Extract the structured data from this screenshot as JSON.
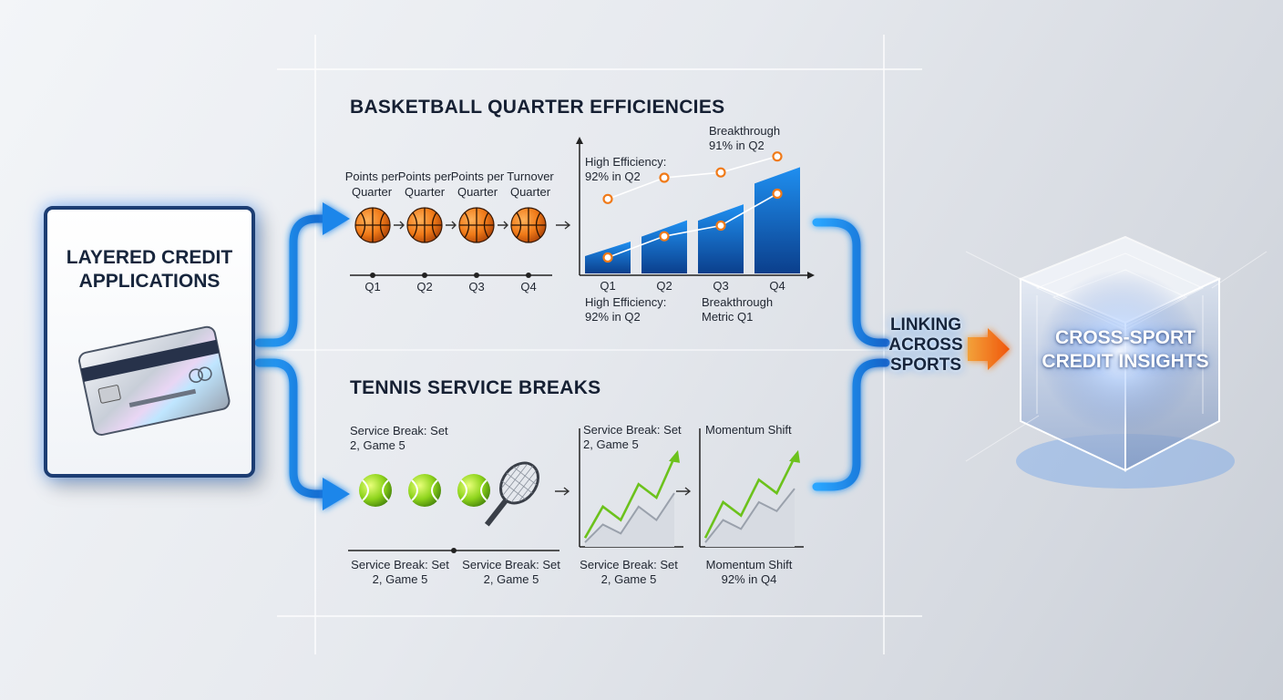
{
  "credit_panel": {
    "title": "LAYERED CREDIT APPLICATIONS"
  },
  "basketball": {
    "title": "BASKETBALL QUARTER EFFICIENCIES",
    "stage_labels": [
      "Points per Quarter",
      "Points per Quarter",
      "Points per Quarter",
      "Turnover Quarter"
    ],
    "timeline_labels": [
      "Q1",
      "Q2",
      "Q3",
      "Q4"
    ],
    "chart_top_annotation": "High Efficiency: 92% in Q2",
    "chart_top_right_annotation": "Breakthrough 91% in Q2",
    "below_left_annotation": "High Efficiency: 92% in Q2",
    "below_right_annotation": "Breakthrough Metric Q1"
  },
  "tennis": {
    "title": "TENNIS SERVICE BREAKS",
    "top_left_annotation": "Service Break: Set 2, Game 5",
    "chart1_top_annotation": "Service Break: Set 2, Game 5",
    "chart2_top_annotation": "Momentum Shift",
    "timeline_labels": [
      "Service Break: Set 2, Game 5",
      "Service Break: Set 2, Game 5"
    ],
    "chart1_bottom_annotation": "Service Break: Set 2, Game 5",
    "chart2_bottom_annotation": "Momentum Shift 92% in Q4"
  },
  "linking": {
    "label": "LINKING ACROSS SPORTS"
  },
  "insights": {
    "label": "CROSS-SPORT CREDIT INSIGHTS"
  },
  "colors": {
    "accent_blue": "#1e7fe0",
    "navy": "#1c3d73",
    "orange": "#f07a18",
    "green": "#6cc21c"
  },
  "icons": [
    "credit-card-icon",
    "basketball-icon",
    "tennis-ball-icon",
    "tennis-racket-icon",
    "glass-cube-icon"
  ],
  "chart_data": [
    {
      "type": "bar",
      "categories": [
        "Q1",
        "Q2",
        "Q3",
        "Q4"
      ],
      "values": [
        30,
        50,
        65,
        100
      ],
      "lines": [
        {
          "values": [
            70,
            90,
            95,
            110
          ]
        },
        {
          "values": [
            15,
            35,
            45,
            75
          ]
        }
      ],
      "ylim": [
        0,
        120
      ]
    },
    {
      "type": "line",
      "x": [
        0,
        1,
        2,
        3,
        4,
        5
      ],
      "series": [
        {
          "values": [
            10,
            45,
            30,
            70,
            55,
            100
          ]
        },
        {
          "values": [
            5,
            25,
            15,
            45,
            30,
            60
          ]
        }
      ],
      "ylim": [
        0,
        110
      ]
    },
    {
      "type": "line",
      "x": [
        0,
        1,
        2,
        3,
        4,
        5
      ],
      "series": [
        {
          "values": [
            10,
            50,
            35,
            75,
            60,
            100
          ]
        },
        {
          "values": [
            5,
            30,
            20,
            50,
            40,
            65
          ]
        }
      ],
      "ylim": [
        0,
        110
      ]
    }
  ]
}
